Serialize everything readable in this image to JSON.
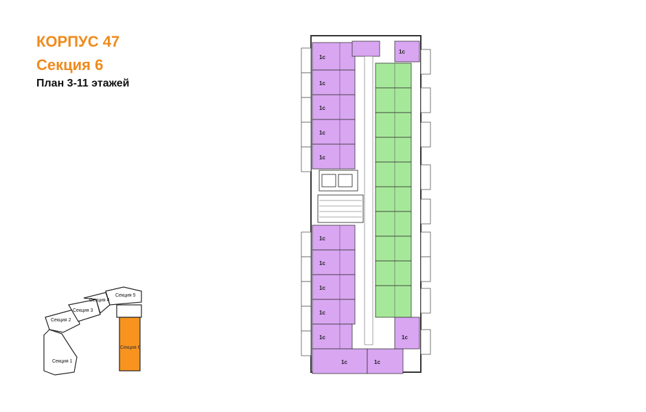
{
  "header": {
    "building": "КОРПУС 47",
    "section": "Секция 6",
    "floors": "План 3-11 этажей"
  },
  "keymap": {
    "sections": [
      {
        "label": "Секция 1",
        "highlighted": false
      },
      {
        "label": "Секция 2",
        "highlighted": false
      },
      {
        "label": "Секция 3",
        "highlighted": false
      },
      {
        "label": "Секция 4",
        "highlighted": false
      },
      {
        "label": "Секция 5",
        "highlighted": false
      },
      {
        "label": "Секция 6",
        "highlighted": true
      }
    ],
    "highlight_color": "#f7931e"
  },
  "plan": {
    "purple_apartment_color": "#d9a6f2",
    "green_apartment_color": "#a6e89a",
    "unit_label": "1с"
  }
}
